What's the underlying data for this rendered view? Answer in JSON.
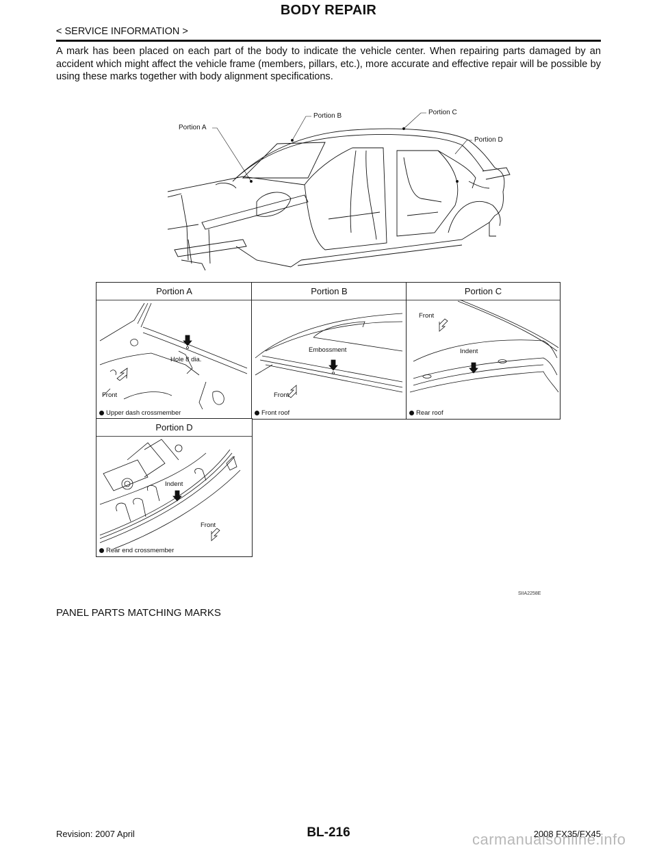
{
  "header": {
    "title": "BODY REPAIR",
    "section": "< SERVICE INFORMATION >"
  },
  "intro_paragraph": "A mark has been placed on each part of the body to indicate the vehicle center. When repairing parts damaged by an accident which might affect the vehicle frame (members, pillars, etc.), more accurate and effective repair will be possible by using these marks together with body alignment specifications.",
  "overview_figure": {
    "callouts": [
      "Portion A",
      "Portion B",
      "Portion C",
      "Portion D"
    ]
  },
  "detail_table": {
    "cells": [
      {
        "header": "Portion A",
        "mark_label": "Hole 8 dia.",
        "direction_label": "Front",
        "part": "Upper dash crossmember"
      },
      {
        "header": "Portion B",
        "mark_label": "Embossment",
        "direction_label": "Front",
        "part": "Front roof"
      },
      {
        "header": "Portion C",
        "mark_label": "Indent",
        "direction_label": "Front",
        "part": "Rear roof"
      },
      {
        "header": "Portion D",
        "mark_label": "Indent",
        "direction_label": "Front",
        "part": "Rear end crossmember"
      }
    ]
  },
  "figure_id": "SIIA2258E",
  "subheading": "PANEL PARTS MATCHING MARKS",
  "footer": {
    "revision": "Revision: 2007 April",
    "page": "BL-216",
    "model": "2008 FX35/FX45",
    "watermark": "carmanualsonline.info"
  }
}
